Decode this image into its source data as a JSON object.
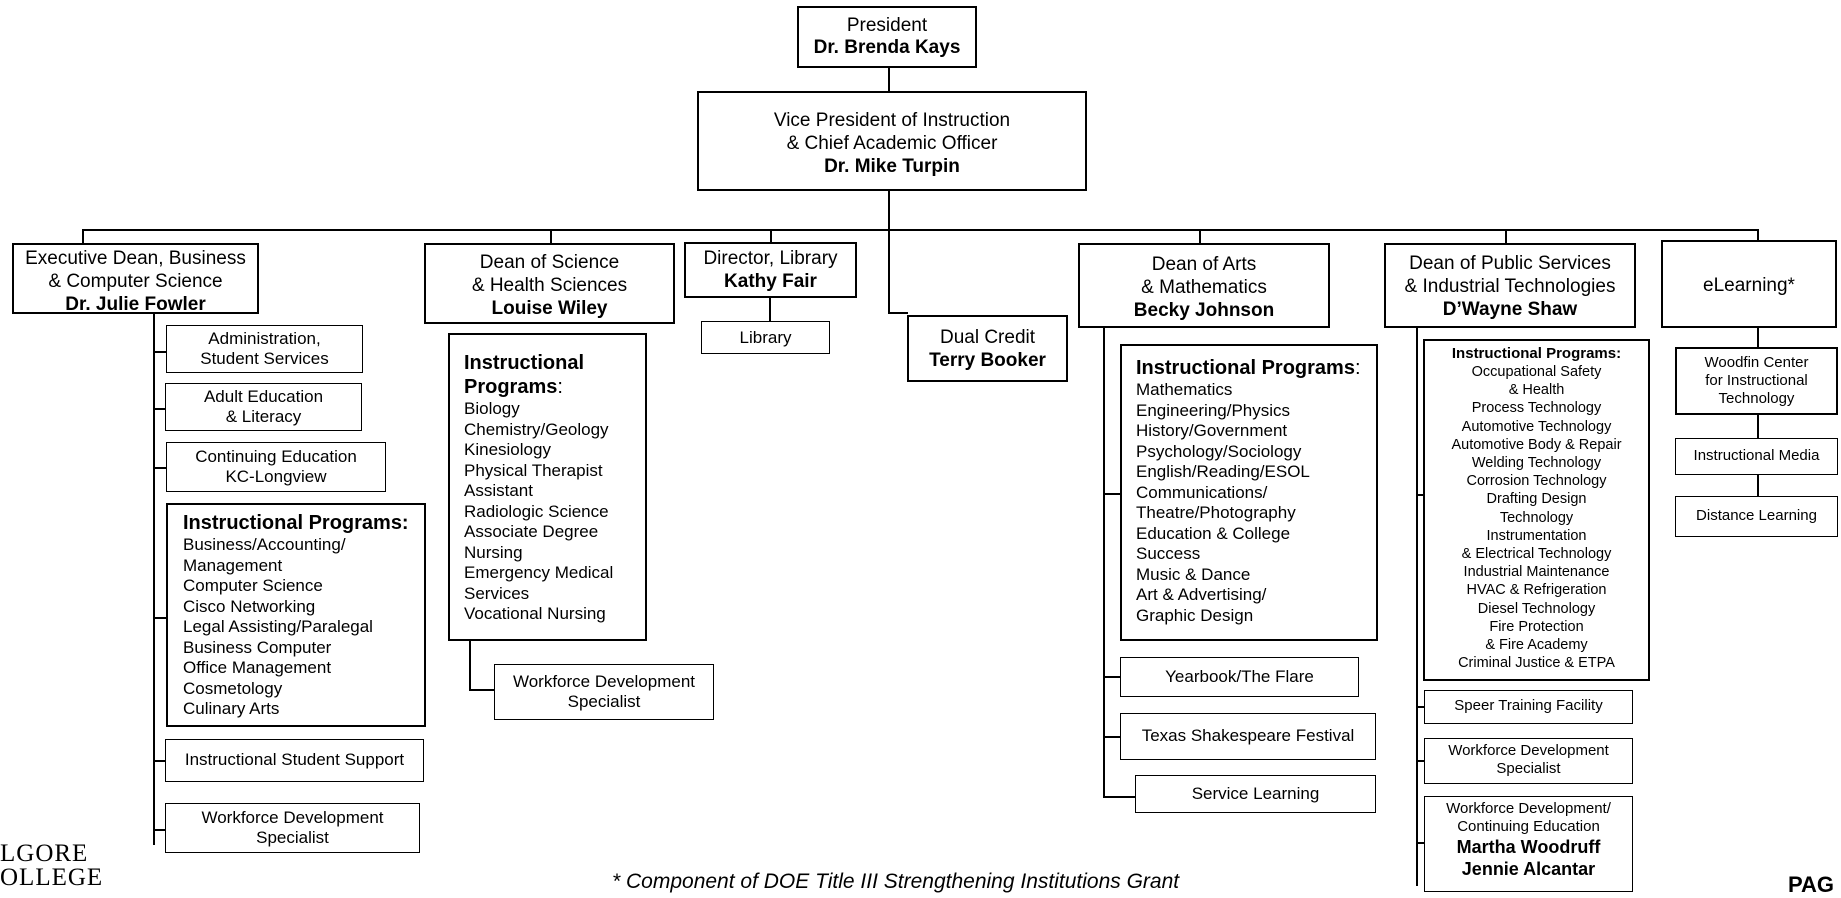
{
  "president": {
    "title": "President",
    "name": "Dr. Brenda Kays"
  },
  "vp": {
    "line1": "Vice President of Instruction",
    "line2": "& Chief Academic Officer",
    "name": "Dr. Mike Turpin"
  },
  "business": {
    "line1": "Executive Dean, Business",
    "line2": "& Computer Science",
    "name": "Dr. Julie Fowler",
    "admin": {
      "line1": "Administration,",
      "line2": "Student Services"
    },
    "adult": {
      "line1": "Adult Education",
      "line2": "& Literacy"
    },
    "continuing": {
      "line1": "Continuing Education",
      "line2": "KC-Longview"
    },
    "programs_header": "Instructional Programs:",
    "programs": [
      "Business/Accounting/",
      "Management",
      "Computer Science",
      "Cisco Networking",
      "Legal Assisting/Paralegal",
      "Business Computer",
      "Office Management",
      "Cosmetology",
      "Culinary Arts"
    ],
    "support": "Instructional Student Support",
    "workforce": {
      "line1": "Workforce Development",
      "line2": "Specialist"
    }
  },
  "science": {
    "line1": "Dean of Science",
    "line2": "& Health Sciences",
    "name": "Louise Wiley",
    "programs_header1": "Instructional",
    "programs_header2": "Programs",
    "programs": [
      "Biology",
      "Chemistry/Geology",
      "Kinesiology",
      "Physical Therapist",
      "Assistant",
      "Radiologic Science",
      "Associate Degree",
      "Nursing",
      "Emergency Medical",
      "Services",
      "Vocational Nursing"
    ],
    "workforce": {
      "line1": "Workforce Development",
      "line2": "Specialist"
    }
  },
  "library": {
    "line1": "Director, Library",
    "name": "Kathy Fair",
    "sub": "Library"
  },
  "dual": {
    "line1": "Dual Credit",
    "name": "Terry Booker"
  },
  "arts": {
    "line1": "Dean of Arts",
    "line2": "& Mathematics",
    "name": "Becky Johnson",
    "programs_header": "Instructional Programs",
    "programs": [
      "Mathematics",
      "Engineering/Physics",
      "History/Government",
      "Psychology/Sociology",
      "English/Reading/ESOL",
      "Communications/",
      "Theatre/Photography",
      "Education & College",
      "Success",
      "Music & Dance",
      "Art & Advertising/",
      "Graphic Design"
    ],
    "yearbook": "Yearbook/The Flare",
    "shakespeare": "Texas Shakespeare Festival",
    "service": "Service Learning"
  },
  "public": {
    "line1": "Dean of Public Services",
    "line2": "& Industrial Technologies",
    "name": "D’Wayne Shaw",
    "programs_header": "Instructional Programs:",
    "programs": [
      "Occupational Safety",
      "& Health",
      "Process Technology",
      "Automotive Technology",
      "Automotive Body & Repair",
      "Welding Technology",
      "Corrosion Technology",
      "Drafting Design",
      "Technology",
      "Instrumentation",
      "& Electrical Technology",
      "Industrial Maintenance",
      "HVAC & Refrigeration",
      "Diesel Technology",
      "Fire Protection",
      "& Fire Academy",
      "Criminal Justice & ETPA"
    ],
    "speer": "Speer Training Facility",
    "workforce": {
      "line1": "Workforce Development",
      "line2": "Specialist"
    },
    "continuing": {
      "line1": "Workforce Development/",
      "line2": "Continuing Education",
      "name1": "Martha Woodruff",
      "name2": "Jennie Alcantar"
    }
  },
  "elearning": {
    "title": "eLearning*",
    "woodfin": {
      "line1": "Woodfin Center",
      "line2": "for Instructional",
      "line3": "Technology"
    },
    "media": "Instructional Media",
    "distance": "Distance Learning"
  },
  "logo": {
    "line1": "LGORE",
    "line2": "OLLEGE"
  },
  "footnote": "* Component of DOE Title III Strengthening Institutions Grant",
  "page_label": "PAG"
}
